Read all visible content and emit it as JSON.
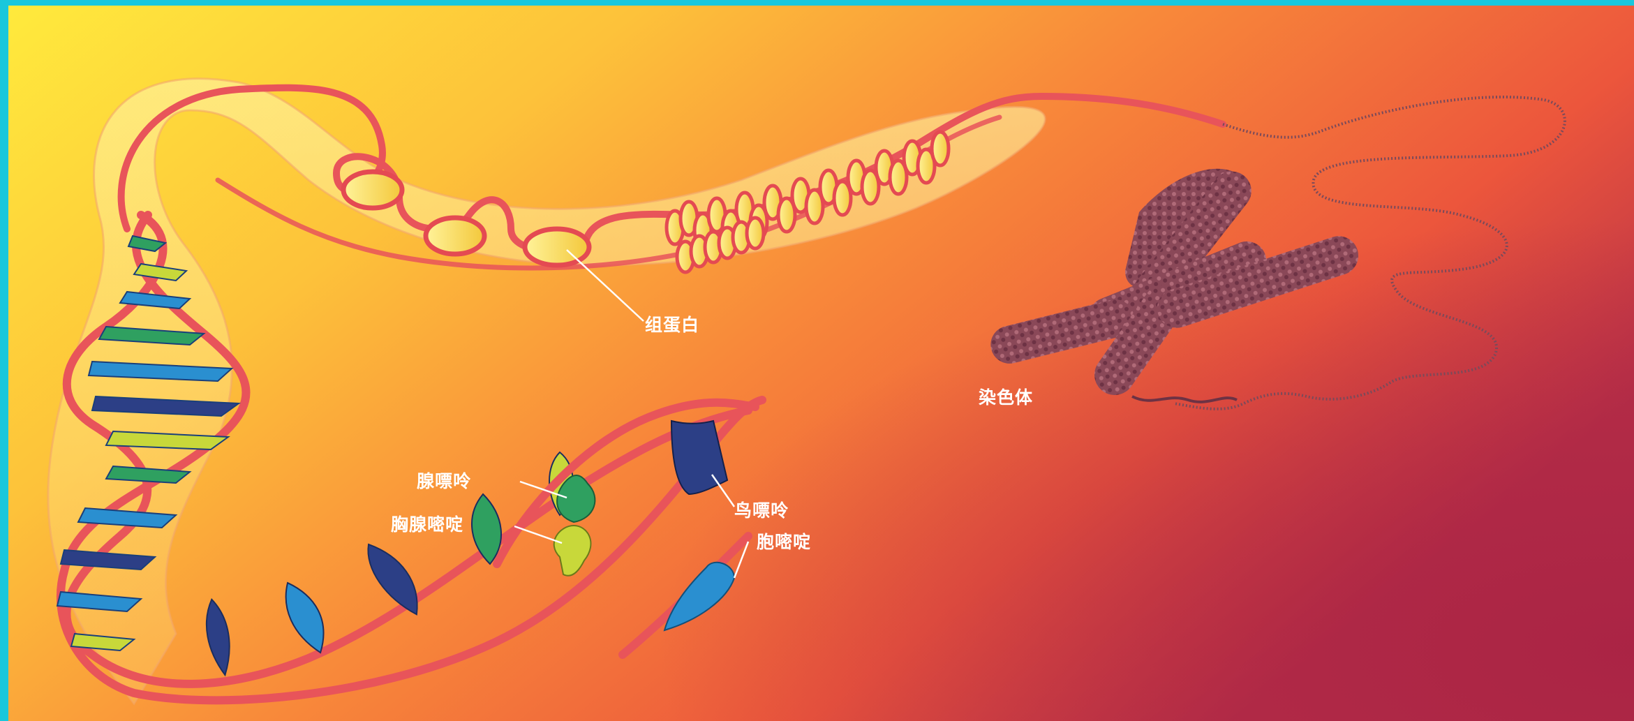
{
  "labels": {
    "histone": "组蛋白",
    "chromosome": "染色体",
    "adenine": "腺嘌呤",
    "thymine": "胸腺嘧啶",
    "guanine": "鸟嘌呤",
    "cytosine": "胞嘧啶"
  },
  "colors": {
    "frame": "#19c7dc",
    "bg_yellow": "#ffe23a",
    "bg_orange": "#f8803a",
    "bg_red": "#e8463a",
    "bg_crimson": "#b52d4a",
    "strand": "#e8545a",
    "nucleosome": "#ffe35c",
    "base_blue": "#2a8fd0",
    "base_navy": "#2c3f86",
    "base_green": "#2fa060",
    "base_lime": "#c8d83a",
    "chromosome": "#8a4858"
  }
}
